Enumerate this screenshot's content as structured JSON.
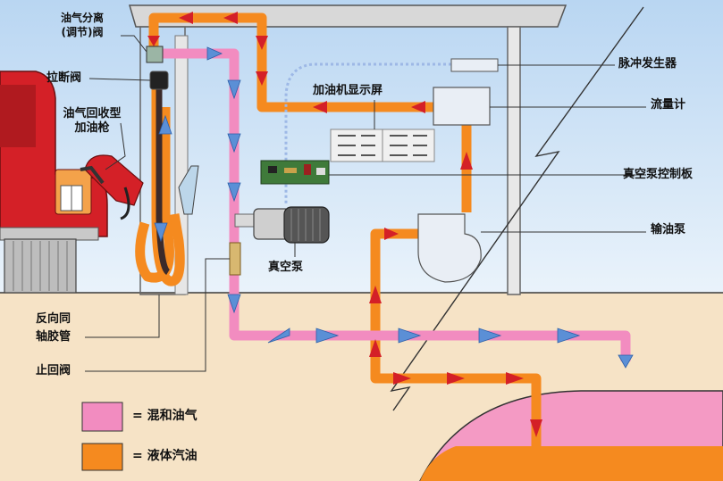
{
  "labels": {
    "separation_valve": "油气分离\n(调节)阀",
    "breakaway_valve": "拉断阀",
    "nozzle": "油气回收型\n加油枪",
    "display": "加油机显示屏",
    "pulse_generator": "脉冲发生器",
    "flowmeter": "流量计",
    "vacuum_controller": "真空泵控制板",
    "fuel_pump": "输油泵",
    "vacuum_pump": "真空泵",
    "coaxial_hose": "反向同\n轴胶管",
    "check_valve": "止回阀"
  },
  "legend": {
    "items": [
      {
        "color": "#f28cc0",
        "text": "= 混和油气"
      },
      {
        "color": "#f58a1f",
        "text": "= 液体汽油"
      }
    ]
  },
  "colors": {
    "vapor": "#f28cc0",
    "liquid": "#f58a1f",
    "red_arrow": "#d42027",
    "blue_arrow": "#5b8fd6",
    "ground": "#f6e3c6",
    "sky": "#cfe3f5"
  }
}
